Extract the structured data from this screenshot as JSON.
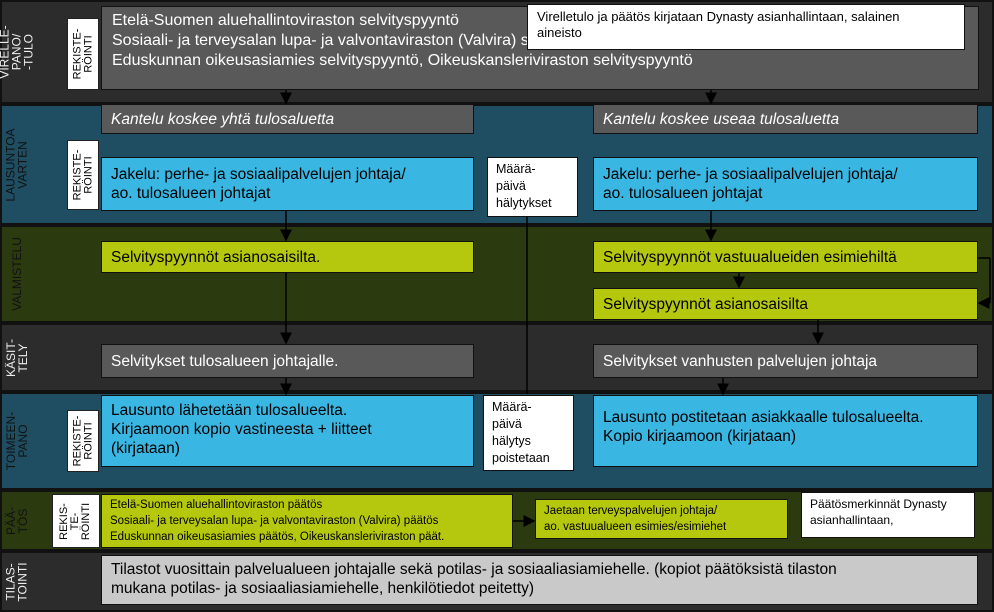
{
  "lanes": {
    "vireille": [
      "VIRELLE-",
      "PANO/",
      "-TULO"
    ],
    "lausunto": [
      "LAUSUNTOA",
      "VARTEN"
    ],
    "valmistelu": [
      "VALMISTELU"
    ],
    "kasittely": [
      "KÄSIT-",
      "TELY"
    ],
    "toimeenpano": [
      "TOIMEEN-",
      "PANO"
    ],
    "paatos": [
      "PÄÄ-",
      "TÖS"
    ],
    "tilastointi": [
      "TILAS-",
      "TOINTI"
    ]
  },
  "tags": {
    "rekisterointi": [
      "REKISTE-",
      "RÖINTI"
    ],
    "rekisterointi_paatos": [
      "REKIS-",
      "TE-",
      "RÖINTI"
    ]
  },
  "boxes": {
    "vireille_main": [
      "Etelä-Suomen aluehallintoviraston selvityspyyntö",
      "Sosiaali- ja terveysalan lupa- ja valvontaviraston (Valvira) selvityspyyntö",
      "Eduskunnan oikeusasiamies selvityspyyntö, Oikeuskansleriviraston selvityspyyntö"
    ],
    "vireille_note": [
      "Virelletulo ja päätös kirjataan Dynasty asianhallintaan, salainen",
      "aineisto"
    ],
    "kantelu_yksi": "Kantelu koskee yhtä tulosaluetta",
    "kantelu_usea": "Kantelu koskee useaa tulosaluetta",
    "jakelu_left": [
      "Jakelu: perhe- ja sosiaalipalvelujen johtaja/",
      "ao. tulosalueen johtajat"
    ],
    "jakelu_right": [
      "Jakelu: perhe- ja sosiaalipalvelujen johtaja/",
      "ao. tulosalueen johtajat"
    ],
    "maarapaiva_1": [
      "Määrä-",
      "päivä",
      "hälytykset"
    ],
    "selvitys_asianosaisilta_left": "Selvityspyynnöt asianosaisilta.",
    "selvitys_vastuualue": "Selvityspyynnöt vastuualueiden esimiehiltä",
    "selvitys_asianosaisilta_right": "Selvityspyynnöt asianosaisilta",
    "selvitykset_left": "Selvitykset tulosalueen johtajalle.",
    "selvitykset_right": "Selvitykset vanhusten palvelujen johtaja",
    "lausunto_left": [
      "Lausunto lähetetään tulosalueelta.",
      "Kirjaamoon kopio vastineesta + liitteet",
      "(kirjataan)"
    ],
    "maarapaiva_2": [
      "Määrä-",
      "päivä",
      "hälytys",
      "poistetaan"
    ],
    "lausunto_right": [
      "Lausunto postitetaan asiakkaalle tulosalueelta.",
      "Kopio kirjaamoon (kirjataan)"
    ],
    "paatos_main": [
      "Etelä-Suomen aluehallintoviraston päätös",
      "Sosiaali- ja terveysalan lupa- ja valvontaviraston (Valvira) päätös",
      "Eduskunnan oikeusasiamies päätös, Oikeuskansleriviraston päät."
    ],
    "jaetaan": [
      "Jaetaan terveyspalvelujen johtaja/",
      "ao. vastuualueen esimies/esimiehet"
    ],
    "paatosmerkinnat": [
      "Päätösmerkinnät Dynasty",
      "asianhallintaan,"
    ],
    "tilastot": [
      "Tilastot vuosittain palvelualueen johtajalle sekä potilas- ja sosiaaliasiamiehelle. (kopiot päätöksistä tilaston",
      "mukana potilas- ja sosiaaliasiamiehelle, henkilötiedot peitetty)"
    ]
  },
  "colors": {
    "lane_dark": "#2c2c2c",
    "lane_teal": "#1f4e63",
    "lane_olive": "#2c3a10",
    "box_gray": "#595959",
    "box_cyan": "#3ab6e2",
    "box_lime": "#b5c80e",
    "box_light": "#c9c9c9"
  }
}
